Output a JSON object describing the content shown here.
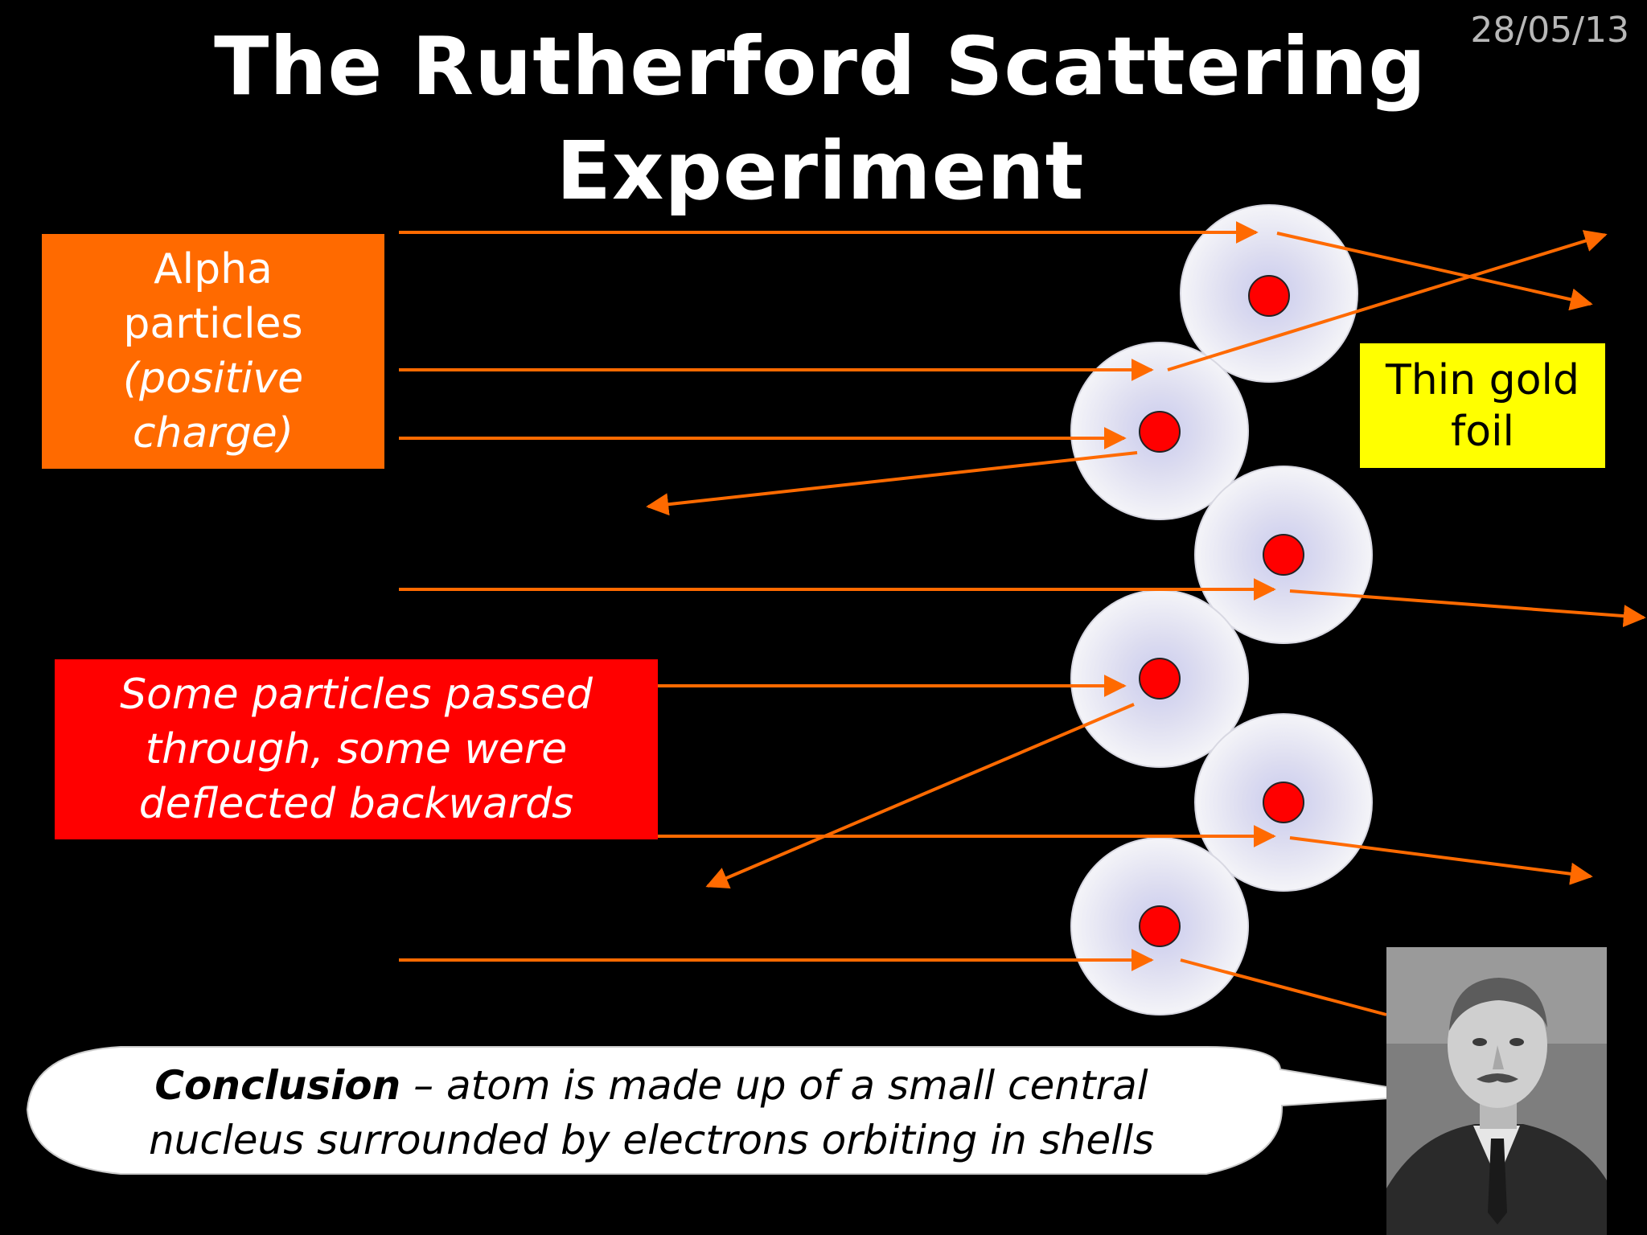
{
  "slide": {
    "title": "The Rutherford Scattering Experiment",
    "date": "28/05/13"
  },
  "labels": {
    "alpha_lines": [
      "Alpha",
      "particles",
      "(positive",
      "charge)"
    ],
    "gold_foil_lines": [
      "Thin gold",
      "foil"
    ],
    "passed_lines": [
      "Some particles passed",
      "through, some were",
      "deflected backwards"
    ]
  },
  "conclusion": {
    "bold": "Conclusion",
    "line1_rest": " – atom is made up of a small central",
    "line2": "nucleus surrounded by electrons orbiting in shells"
  },
  "portrait": {
    "subject": "person-portrait"
  },
  "colors": {
    "background": "#000000",
    "arrow": "#ff6a00",
    "nucleus": "#ff0000",
    "atom_shell": "#e8e8f4",
    "alpha_box": "#ff6a00",
    "gold_box": "#ffff00",
    "passed_box": "#ff0000"
  }
}
